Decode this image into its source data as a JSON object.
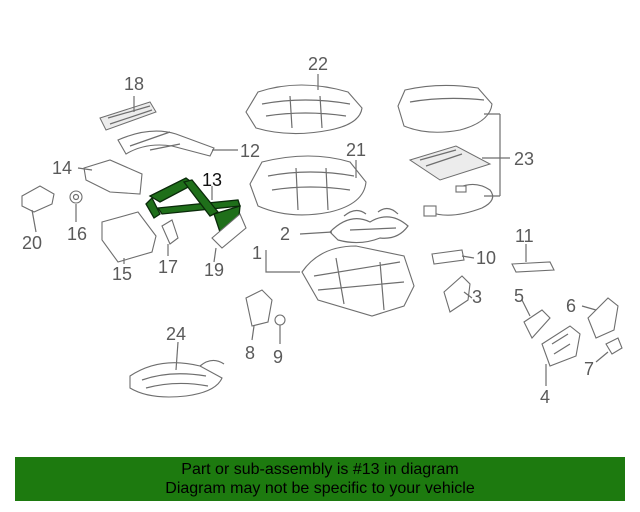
{
  "colors": {
    "banner_bg": "#1d7a0f",
    "highlight": "#1f6f1a",
    "line": "#6e6e6e",
    "callout": "#5a5a5a"
  },
  "highlighted_part": "13",
  "callouts": {
    "c1": "1",
    "c2": "2",
    "c3": "3",
    "c4": "4",
    "c5": "5",
    "c6": "6",
    "c7": "7",
    "c8": "8",
    "c9": "9",
    "c10": "10",
    "c11": "11",
    "c12": "12",
    "c13": "13",
    "c14": "14",
    "c15": "15",
    "c16": "16",
    "c17": "17",
    "c18": "18",
    "c19": "19",
    "c20": "20",
    "c21": "21",
    "c22": "22",
    "c23": "23",
    "c24": "24"
  },
  "banner": {
    "line1": "Part or sub-assembly is #13 in diagram",
    "line2": "Diagram may not be specific to your vehicle"
  }
}
